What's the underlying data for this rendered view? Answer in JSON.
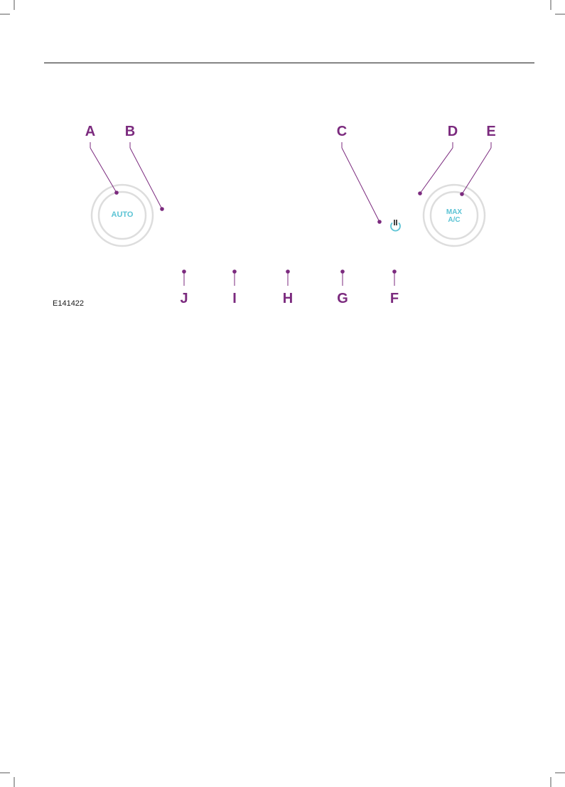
{
  "figure": {
    "id": "E141422",
    "callouts": [
      "A",
      "B",
      "C",
      "D",
      "E",
      "F",
      "G",
      "H",
      "I",
      "J"
    ],
    "buttons": {
      "auto_label": "AUTO",
      "max_ac_line1": "MAX",
      "max_ac_line2": "A/C"
    },
    "icons": {
      "power": "power-icon"
    },
    "colors": {
      "callout": "#7b2a7e",
      "button_text": "#5bc3d4",
      "knob_ring": "#dddddd",
      "rule": "#1a1a1a"
    }
  }
}
